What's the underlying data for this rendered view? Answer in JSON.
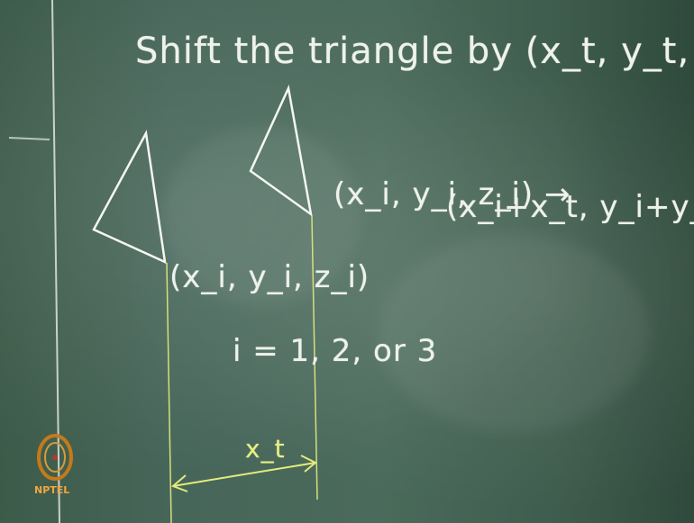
{
  "board_text": {
    "title": "Shift the triangle by (x_t, y_t, z_t)",
    "vertex_label": "(x_i, y_i, z_i)",
    "mapping_from": "(x_i, y_i, z_i) →",
    "mapping_to": "(x_i+x_t, y_i+y_t, z_i+z_t)",
    "index_note": "i = 1, 2, or 3",
    "shift_label": "x_t"
  },
  "logo": {
    "text": "NPTEL"
  },
  "colors": {
    "chalk": "#eef2ea",
    "yellow_chalk": "#e8f07a",
    "board": "#456456",
    "logo": "#f2a640"
  }
}
